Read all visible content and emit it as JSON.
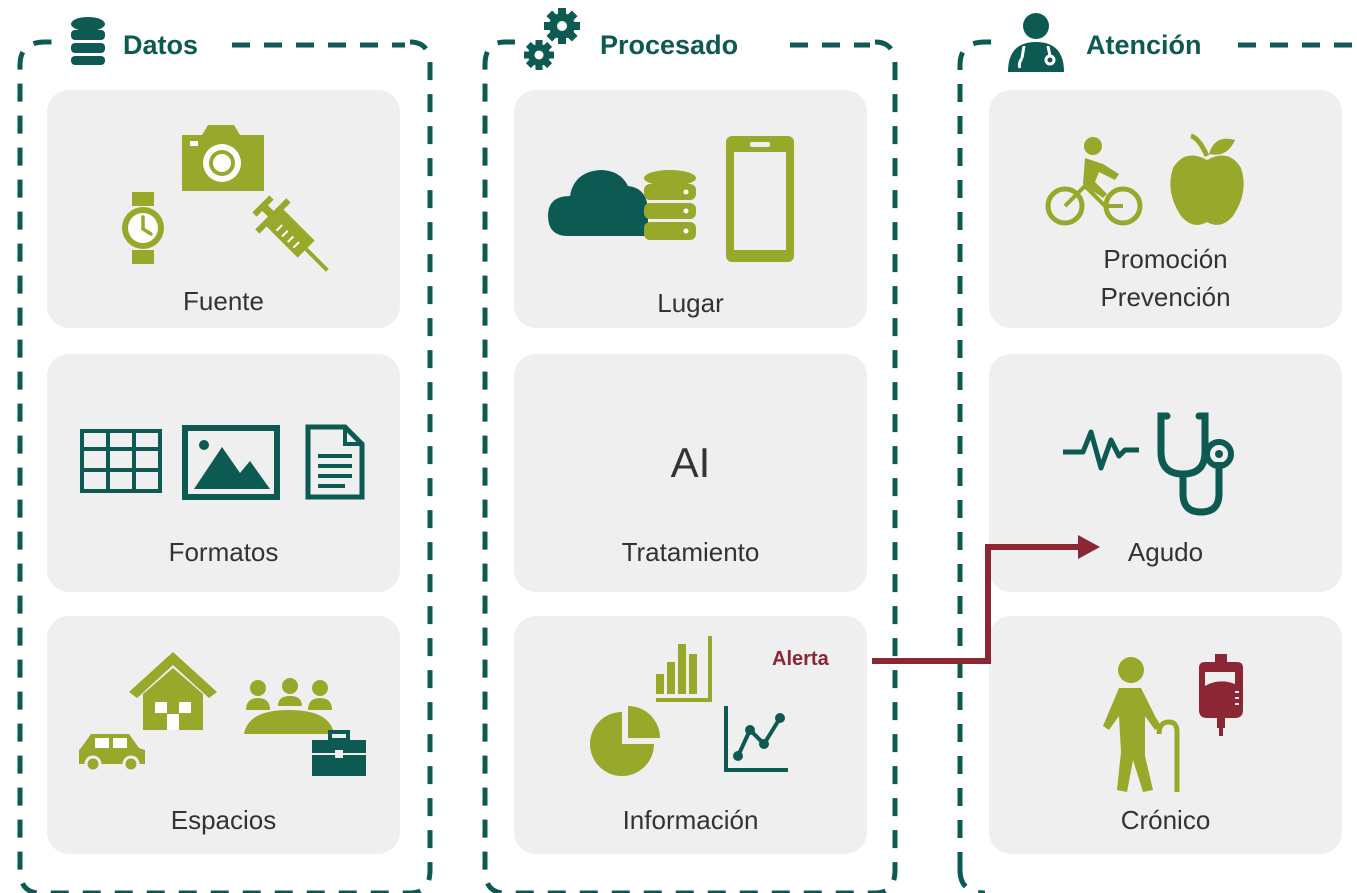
{
  "columns": [
    {
      "title": "Datos",
      "header_icon": "database-icon",
      "cards": [
        {
          "label": "Fuente",
          "icons": [
            "camera-icon",
            "watch-icon",
            "syringe-icon"
          ]
        },
        {
          "label": "Formatos",
          "icons": [
            "table-icon",
            "image-icon",
            "document-icon"
          ]
        },
        {
          "label": "Espacios",
          "icons": [
            "house-icon",
            "car-icon",
            "group-meeting-icon",
            "briefcase-icon"
          ]
        }
      ]
    },
    {
      "title": "Procesado",
      "header_icon": "gears-icon",
      "cards": [
        {
          "label": "Lugar",
          "icons": [
            "cloud-icon",
            "server-icon",
            "smartphone-icon"
          ]
        },
        {
          "label": "Tratamiento",
          "main_text": "AI",
          "icons": []
        },
        {
          "label": "Información",
          "icons": [
            "bar-chart-icon",
            "pie-chart-icon",
            "line-chart-icon"
          ]
        }
      ]
    },
    {
      "title": "Atención",
      "header_icon": "doctor-icon",
      "cards": [
        {
          "label_lines": [
            "Promoción",
            "Prevención"
          ],
          "icons": [
            "cyclist-icon",
            "apple-icon"
          ]
        },
        {
          "label": "Agudo",
          "icons": [
            "heartbeat-icon",
            "stethoscope-icon"
          ]
        },
        {
          "label": "Crónico",
          "icons": [
            "elderly-person-icon",
            "iv-bag-icon"
          ]
        }
      ]
    }
  ],
  "alert": {
    "label": "Alerta",
    "from": "Información",
    "to": "Agudo"
  },
  "colors": {
    "dark_green": "#0d5a52",
    "olive": "#97a82a",
    "alert": "#8b2635",
    "card_bg": "#efefef",
    "text": "#333333"
  }
}
